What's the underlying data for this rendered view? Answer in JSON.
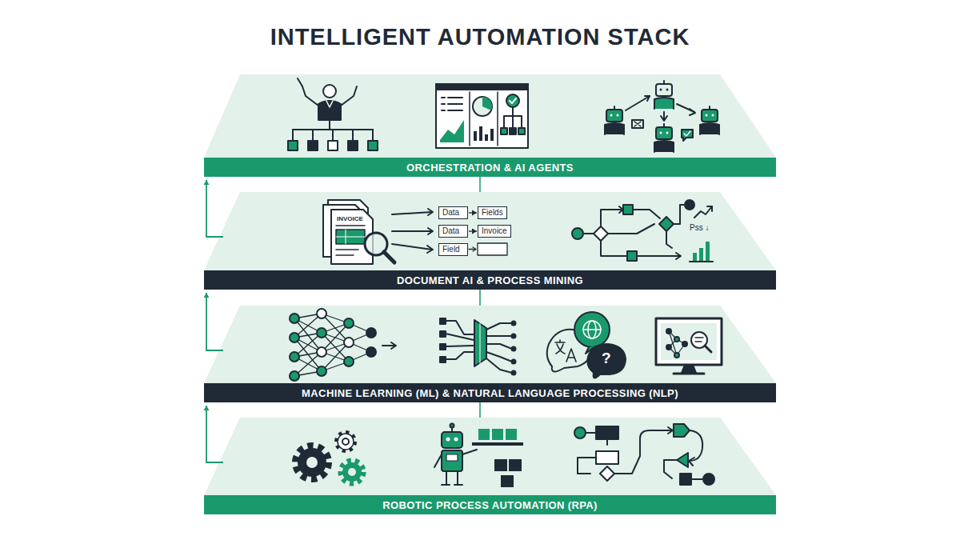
{
  "diagram": {
    "title": "INTELLIGENT AUTOMATION STACK",
    "nodes": [
      {
        "text": [
          "ORCHESTRATION & AI AGENTS"
        ]
      },
      {
        "text": [
          "DOCUMENT AI & PROCESS MINING"
        ]
      },
      {
        "text": [
          "Data"
        ],
        "in": 1
      },
      {
        "text": [
          "Fields"
        ],
        "in": 1
      },
      {
        "text": [
          "Data"
        ],
        "in": 1
      },
      {
        "text": [
          "Invoice"
        ],
        "in": 1
      },
      {
        "text": [
          "Field"
        ],
        "in": 1
      },
      {
        "text": [
          "MACHINE LEARNING (ML) & NATURAL LANGUAGE PROCESSING (NLP)"
        ]
      },
      {
        "text": [
          "ROBOTIC PROCESS AUTOMATION (RPA)"
        ]
      }
    ],
    "edges": [
      {
        "from": 2,
        "to": 3,
        "arrow": "to"
      },
      {
        "from": 4,
        "to": 5,
        "arrow": "to"
      },
      {
        "from": 8,
        "to": 7,
        "arrow": "to"
      },
      {
        "from": 7,
        "to": 1,
        "arrow": "to"
      },
      {
        "from": 1,
        "to": 0,
        "arrow": "to"
      },
      {
        "from": 0,
        "to": 1,
        "arrow": "none"
      },
      {
        "from": 1,
        "to": 7,
        "arrow": "none"
      },
      {
        "from": 7,
        "to": 8,
        "arrow": "none"
      }
    ],
    "labels": [
      "INVOICE",
      "Pss ↓",
      "?"
    ]
  }
}
